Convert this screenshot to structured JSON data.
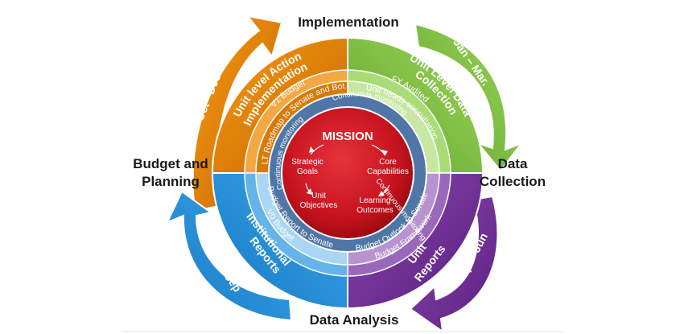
{
  "phases": {
    "implementation": "Implementation",
    "data_collection_line1": "Data",
    "data_collection_line2": "Collection",
    "data_analysis": "Data Analysis",
    "budget_line1": "Budget and",
    "budget_line2": "Planning"
  },
  "arrows": {
    "top_left": "Oct - Dec",
    "top_right": "Jan – Mar.",
    "bottom_right": "Apr - Jun",
    "bottom_left": "Jul - Sep"
  },
  "quadrants": {
    "orange": {
      "outer": "Unit level Action",
      "outer2": "Implementation",
      "mid": "V1 Budget",
      "inner": "LT Roadmap to Senate and Bot",
      "color": "#e07b00"
    },
    "green": {
      "outer": "Unit Level Data",
      "outer2": "Collection",
      "mid": "FY Audited",
      "inner": "Unit heads consultation",
      "color": "#7cc242"
    },
    "purple": {
      "outer": "Unit",
      "outer2": "Reports",
      "mid": "Budget Framework",
      "inner": "Budget Outlook to Senate",
      "color": "#6a2a8e"
    },
    "blue": {
      "outer": "Institutional",
      "outer2": "Reports",
      "mid": "V0 Budget",
      "inner": "Budget Report to Senate",
      "color": "#2a8fd6"
    }
  },
  "monitoring": {
    "top": "Continuous monitoring",
    "left": "Continuous monitoring",
    "right": "Continuous monitoring"
  },
  "mission": {
    "title": "MISSION",
    "items": [
      "Strategic Goals",
      "Core Capabilities",
      "Learning Outcomes",
      "Unit Objectives"
    ]
  }
}
